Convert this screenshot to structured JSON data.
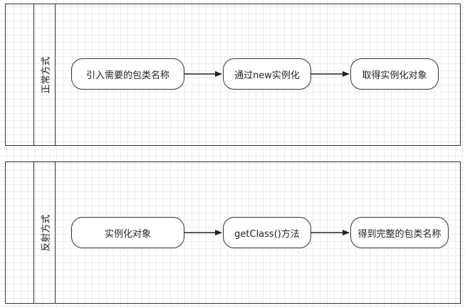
{
  "lanes": [
    {
      "title": "正常方式",
      "nodes": [
        "引入需要的包类名称",
        "通过new实例化",
        "取得实例化对象"
      ]
    },
    {
      "title": "反射方式",
      "nodes": [
        "实例化对象",
        "getClass()方法",
        "得到完整的包类名称"
      ]
    }
  ]
}
